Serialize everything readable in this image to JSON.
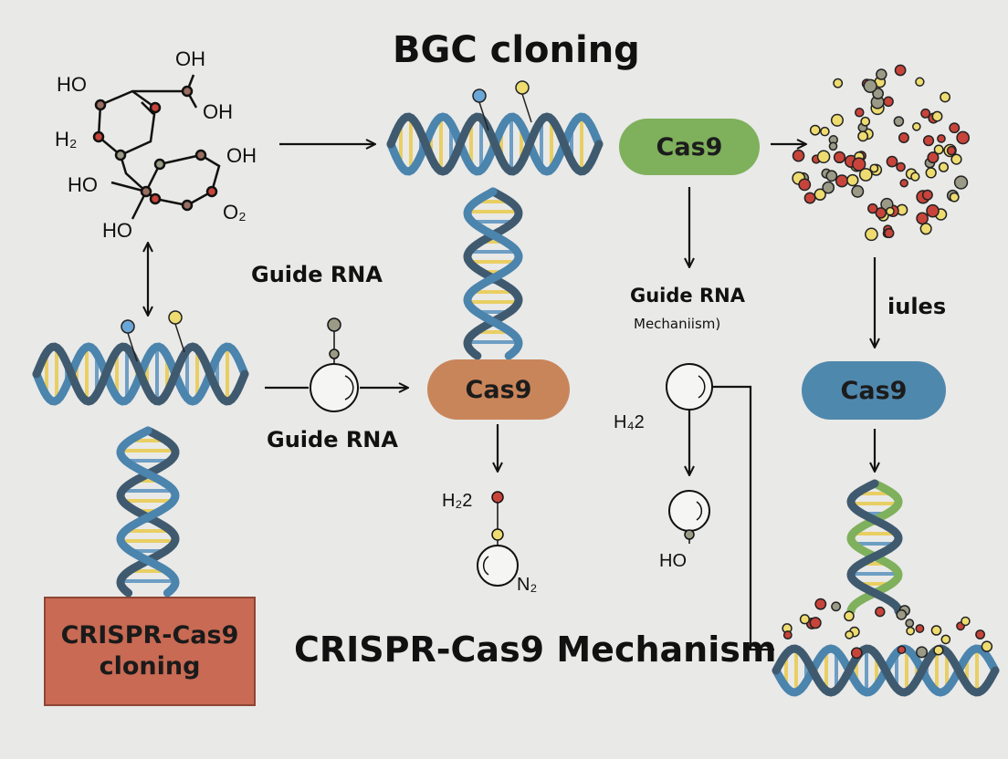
{
  "title": "BGC cloning",
  "subtitle": "CRISPR-Cas9 Mechanism",
  "box_label_line1": "CRISPR-Cas9",
  "box_label_line2": "cloning",
  "pills": {
    "green": {
      "label": "Cas9",
      "color": "#7fb05c"
    },
    "orange": {
      "label": "Cas9",
      "color": "#c9855a"
    },
    "blue": {
      "label": "Cas9",
      "color": "#4f88ad"
    }
  },
  "labels": {
    "guide_rna_1": "Guide RNA",
    "guide_rna_2": "Guide RNA",
    "guide_rna_3": "Guide RNA",
    "mechanism_paren": "Mechaniism)",
    "iules": "iules"
  },
  "chem": {
    "ho_top": "HO",
    "oh_top1": "OH",
    "oh_top2": "OH",
    "h2_left": "H₂",
    "oh_mid": "OH",
    "ho_mid": "HO",
    "o2": "O₂",
    "ho_bottom": "HO",
    "h22": "H₂2",
    "n2": "N₂",
    "h42": "H₄2",
    "ho_small": "HO"
  },
  "colors": {
    "dna_blue": "#4b84ad",
    "dna_dark": "#3f5a6f",
    "dna_green": "#7fb05c",
    "rung_yellow": "#e9cf63",
    "rung_blue": "#6e9ec4",
    "bead_red": "#c8443a",
    "bead_yellow": "#eedc70",
    "bead_gray": "#9a9a86"
  }
}
